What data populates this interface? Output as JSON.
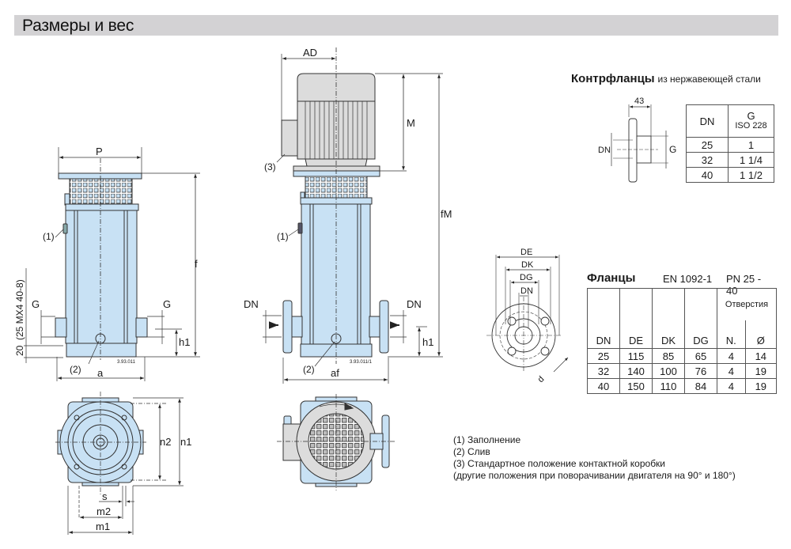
{
  "page_title": "Размеры и вес",
  "colors": {
    "pump_body": "#c8e1f4",
    "motor": "#dcdcdc",
    "outline": "#333333",
    "title_bar": "#d3d2d4"
  },
  "drawings": {
    "pump_front": {
      "labels": {
        "width_top": "P",
        "height": "f",
        "inlet_left": "G",
        "inlet_right": "G",
        "inlet_height": "h1",
        "width_base": "a",
        "base": "20",
        "vertical_note": "(25 MX4 40-8)",
        "fill": "(1)",
        "drain": "(2)",
        "code": "3.93.011"
      }
    },
    "pump_with_motor": {
      "labels": {
        "motor_offset": "AD",
        "motor_height": "M",
        "total_height": "fM",
        "inlet_left": "DN",
        "inlet_right": "DN",
        "inlet_height": "h1",
        "width_base": "af",
        "terminal_box": "(3)",
        "fill": "(1)",
        "drain": "(2)",
        "code": "3.93.011/1"
      }
    },
    "pump_bottom": {
      "labels": {
        "n2": "n2",
        "n1": "n1",
        "s": "s",
        "m2": "m2",
        "m1": "m1"
      }
    },
    "counterflange_drawing": {
      "labels": {
        "length": "43",
        "dn": "DN",
        "g": "G"
      }
    },
    "flange_drawing": {
      "labels": {
        "de": "DE",
        "dk": "DK",
        "dg": "DG",
        "dn": "DN",
        "d": "d"
      }
    }
  },
  "counterflanges": {
    "title": "Контрфланцы",
    "subtitle": "из нержавеющей стали",
    "headers": {
      "dn": "DN",
      "g": "G",
      "g_std": "ISO 228"
    },
    "rows": [
      {
        "dn": "25",
        "g": "1"
      },
      {
        "dn": "32",
        "g": "1 1/4"
      },
      {
        "dn": "40",
        "g": "1 1/2"
      }
    ]
  },
  "flanges": {
    "title": "Фланцы",
    "standard": "EN 1092-1",
    "pressure": "PN 25 - 40",
    "group_header": "Отверстия",
    "headers": [
      "DN",
      "DE",
      "DK",
      "DG",
      "N.",
      "Ø"
    ],
    "rows": [
      [
        "25",
        "115",
        "85",
        "65",
        "4",
        "14"
      ],
      [
        "32",
        "140",
        "100",
        "76",
        "4",
        "19"
      ],
      [
        "40",
        "150",
        "110",
        "84",
        "4",
        "19"
      ]
    ]
  },
  "legend": [
    "(1) Заполнение",
    "(2) Слив",
    "(3) Стандартное положение контактной коробки",
    "(другие положения при поворачивании двигателя на 90° и 180°)"
  ]
}
